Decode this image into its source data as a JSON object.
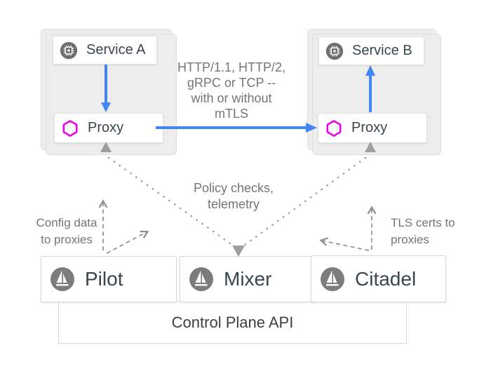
{
  "nodes": {
    "service_a": {
      "label": "Service A",
      "icon": "chip-icon"
    },
    "proxy_a": {
      "label": "Proxy",
      "icon": "envoy-hexagon-icon"
    },
    "service_b": {
      "label": "Service B",
      "icon": "chip-icon"
    },
    "proxy_b": {
      "label": "Proxy",
      "icon": "envoy-hexagon-icon"
    },
    "pilot": {
      "label": "Pilot",
      "icon": "istio-sail-icon"
    },
    "mixer": {
      "label": "Mixer",
      "icon": "istio-sail-icon"
    },
    "citadel": {
      "label": "Citadel",
      "icon": "istio-sail-icon"
    },
    "control_plane_api": {
      "label": "Control Plane API"
    }
  },
  "annotations": {
    "protocols": "HTTP/1.1, HTTP/2,\ngRPC or TCP --\nwith or without\nmTLS",
    "policy_telemetry": "Policy checks,\ntelemetry",
    "config_data": "Config data\nto proxies",
    "tls_certs": "TLS certs to\nproxies"
  },
  "colors": {
    "arrow_blue": "#4285f4",
    "proxy_hexagon_magenta": "#ee00ee",
    "icon_circle_gray": "#6e6e6e",
    "dotted_arrow_gray": "#9e9e9e",
    "dashed_arrow_gray": "#8f8f8f",
    "node_label_dark": "#37474f",
    "annotation_gray": "#757575",
    "cluster_fill": "#ededed"
  }
}
